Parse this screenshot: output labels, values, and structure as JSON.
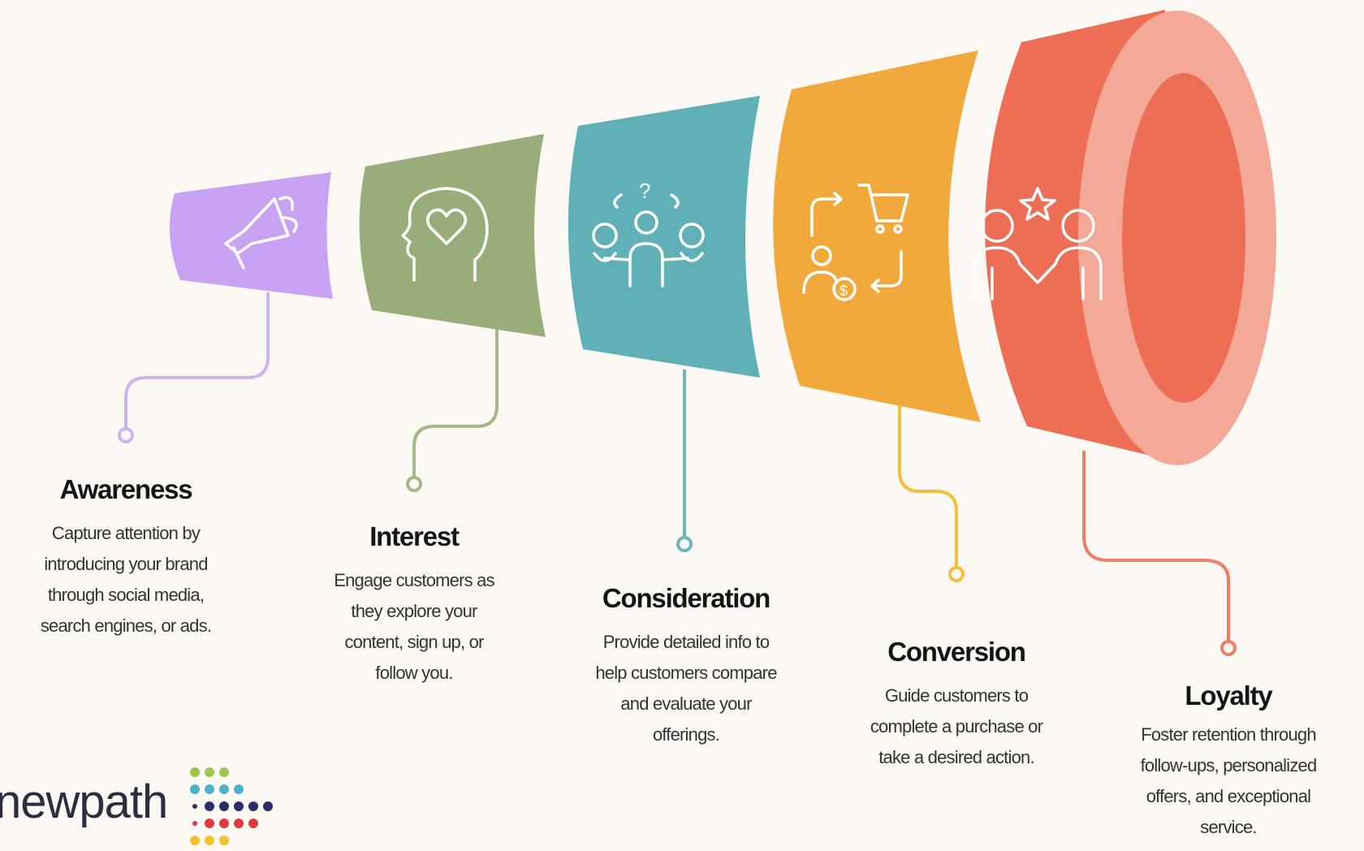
{
  "stages": [
    {
      "title": "Awareness",
      "desc": [
        "Capture attention by",
        "introducing your brand",
        "through social media,",
        "search engines, or ads."
      ],
      "color": "#c9a3f3",
      "icon": "megaphone-icon"
    },
    {
      "title": "Interest",
      "desc": [
        "Engage customers as",
        "they explore your",
        "content, sign up, or",
        "follow you."
      ],
      "color": "#98ad7a",
      "icon": "head-heart-icon"
    },
    {
      "title": "Consideration",
      "desc": [
        "Provide detailed info to",
        "help customers compare",
        "and evaluate your",
        "offerings."
      ],
      "color": "#5fb0b7",
      "icon": "person-choices-icon"
    },
    {
      "title": "Conversion",
      "desc": [
        "Guide customers to",
        "complete a purchase or",
        "take a desired action."
      ],
      "color": "#f2a93b",
      "icon": "cart-cycle-icon"
    },
    {
      "title": "Loyalty",
      "desc": [
        "Foster retention through",
        "follow-ups, personalized",
        "offers, and exceptional",
        "service."
      ],
      "color": "#ee6e55",
      "icon": "handshake-star-icon"
    }
  ],
  "logo": {
    "text": "newpath"
  },
  "colors": {
    "background": "#fcf9f5",
    "loyalty_rim": "#f3a898"
  }
}
